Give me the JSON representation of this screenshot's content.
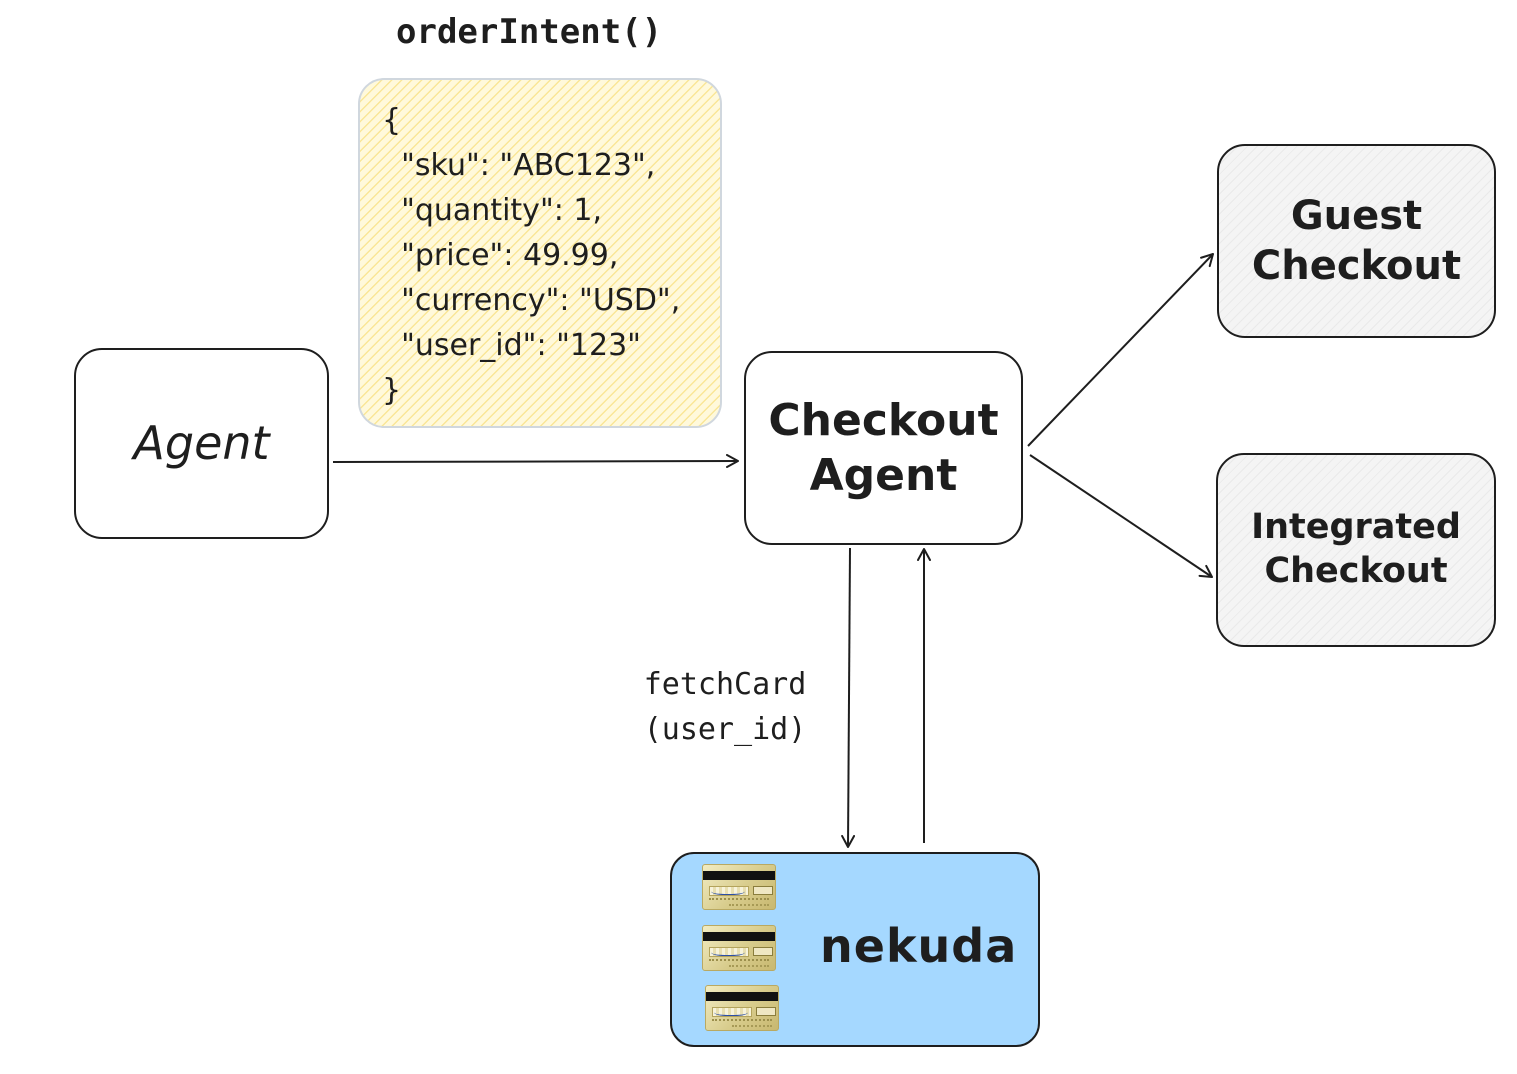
{
  "nodes": {
    "agent": {
      "label": "Agent"
    },
    "checkout_agent": {
      "label": "Checkout\nAgent"
    },
    "guest_checkout": {
      "label": "Guest\nCheckout"
    },
    "integrated_checkout": {
      "label": "Integrated\nCheckout"
    },
    "nekuda": {
      "label": "nekuda",
      "fill_color": "#a5d8ff",
      "card_icon_count": 3
    }
  },
  "edges": {
    "order_intent": {
      "label": "orderIntent()",
      "from": "Agent",
      "to": "Checkout Agent"
    },
    "fetch_card": {
      "label": "fetchCard\n(user_id)",
      "from": "Checkout Agent",
      "to": "nekuda"
    },
    "card_return": {
      "from": "nekuda",
      "to": "Checkout Agent"
    },
    "to_guest": {
      "from": "Checkout Agent",
      "to": "Guest Checkout"
    },
    "to_integrated": {
      "from": "Checkout Agent",
      "to": "Integrated Checkout"
    }
  },
  "payload": {
    "text": "{\n  \"sku\": \"ABC123\",\n  \"quantity\": 1,\n  \"price\": 49.99,\n  \"currency\": \"USD\",\n  \"user_id\": \"123\"\n}",
    "fill_color": "#fff9db",
    "hatch_color": "#f0c828"
  },
  "style": {
    "stroke_color": "#1e1e1e",
    "box_fill": "#ffffff",
    "hatched_box_fill": "#f4f4f4"
  }
}
